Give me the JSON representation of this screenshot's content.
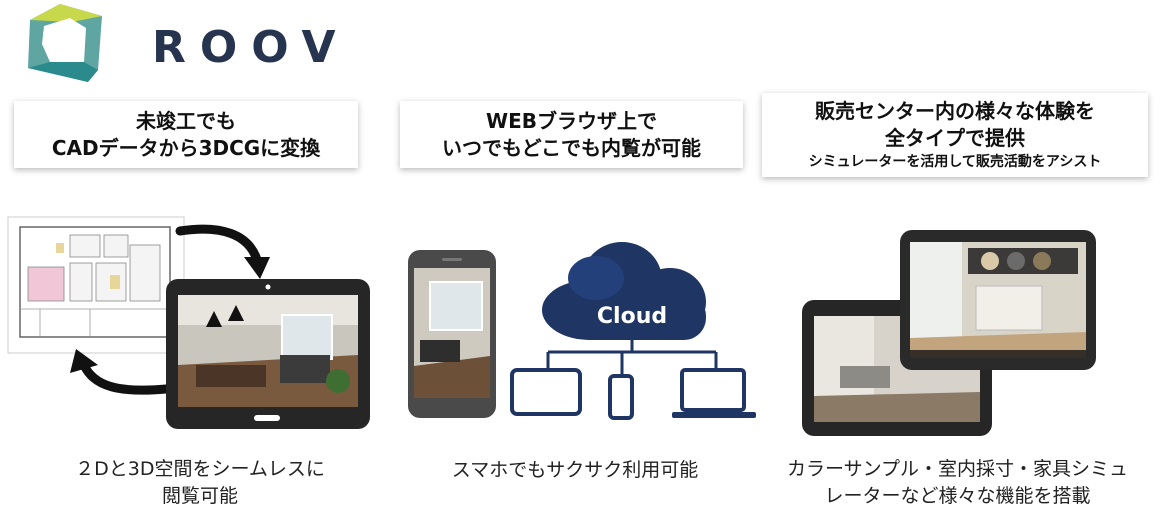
{
  "brand": {
    "name": "ROOV"
  },
  "features": [
    {
      "lines": [
        "未竣工でも",
        "CADデータから3DCGに変換"
      ]
    },
    {
      "lines": [
        "WEBブラウザ上で",
        "いつでもどこでも内覧が可能"
      ]
    },
    {
      "lines": [
        "販売センター内の様々な体験を",
        "全タイプで提供"
      ],
      "sub": "シミュレーターを活用して販売活動をアシスト"
    }
  ],
  "cloud_label": "Cloud",
  "captions": [
    [
      "２Dと3D空間をシームレスに",
      "閲覧可能"
    ],
    [
      "スマホでもサクサク利用可能"
    ],
    [
      "カラーサンプル・室内採寸・家具シミュ",
      "レーターなど様々な機能を搭載"
    ]
  ]
}
